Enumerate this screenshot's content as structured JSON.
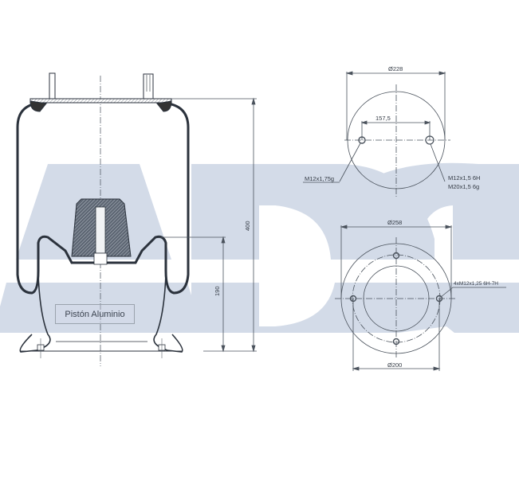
{
  "watermark": {
    "text": "ADC",
    "color": "#d3dbe8"
  },
  "side_view": {
    "label": "Pistón Aluminio",
    "dim_total_height": "400",
    "dim_piston_height": "190"
  },
  "top_view": {
    "dim_diameter": "Ø228",
    "dim_bolt_spacing": "157,5",
    "thread_left": "M12x1,75g",
    "thread_right_1": "M12x1,5 6H",
    "thread_right_2": "M20x1,5 6g"
  },
  "bottom_view": {
    "dim_outer_diameter": "Ø258",
    "dim_bolt_circle": "Ø200",
    "thread_holes": "4xM12x1,25 6H-7H"
  },
  "colors": {
    "line": "#2b323c",
    "thin_line": "#5a626c",
    "watermark": "#d3dbe8"
  }
}
